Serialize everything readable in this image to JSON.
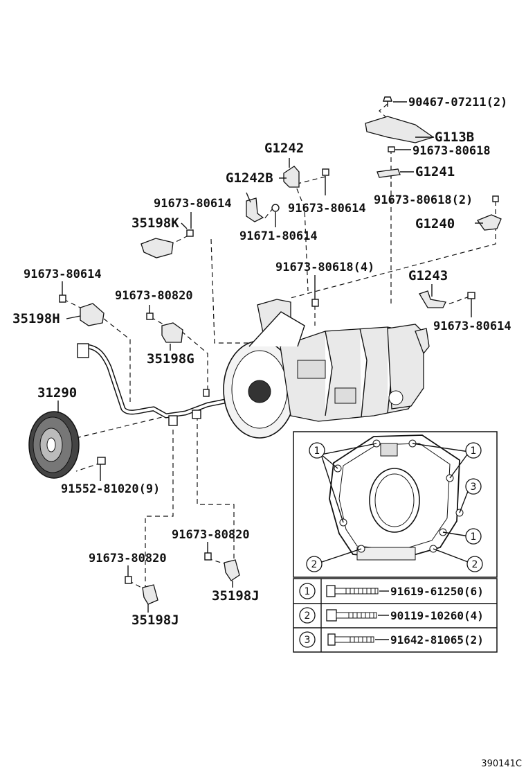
{
  "labels": {
    "p90467": "90467-07211(2)",
    "g113b": "G113B",
    "p91673_80618_top": "91673-80618",
    "g1241": "G1241",
    "g1242": "G1242",
    "g1242b": "G1242B",
    "p91673_80614_a": "91673-80614",
    "p91673_80614_b": "91673-80614",
    "p91673_80618_2": "91673-80618(2)",
    "g1240": "G1240",
    "p35198k": "35198K",
    "p91671_80614": "91671-80614",
    "p91673_80618_4": "91673-80618(4)",
    "g1243": "G1243",
    "p91673_80614_c": "91673-80614",
    "p91673_80820_a": "91673-80820",
    "p35198h": "35198H",
    "p91673_80614_d": "91673-80614",
    "p35198g": "35198G",
    "p31290": "31290",
    "p91552": "91552-81020(9)",
    "p91673_80820_b": "91673-80820",
    "p91673_80820_c": "91673-80820",
    "p35198j_a": "35198J",
    "p35198j_b": "35198J"
  },
  "inset": {
    "callouts": [
      "1",
      "1",
      "3",
      "1",
      "2",
      "2"
    ]
  },
  "bolt_table": [
    {
      "key": "1",
      "part": "91619-61250(6)"
    },
    {
      "key": "2",
      "part": "90119-10260(4)"
    },
    {
      "key": "3",
      "part": "91642-81065(2)"
    }
  ],
  "figure_code": "390141C"
}
